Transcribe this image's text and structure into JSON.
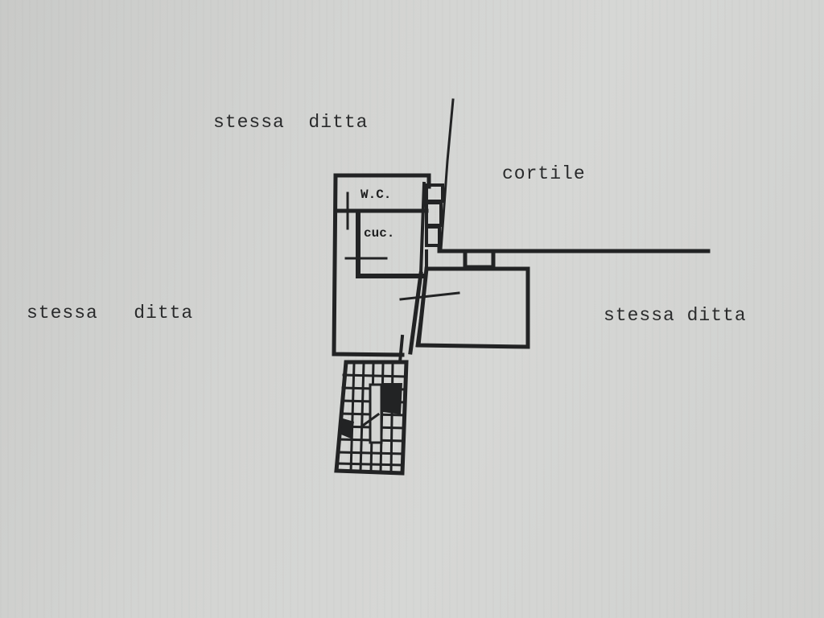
{
  "drawing": {
    "type": "floor-plan",
    "background_color": "#d3d4d2",
    "ink_color": "#222324"
  },
  "labels": {
    "top_neighbor": "stessa  ditta",
    "left_neighbor": "stessa   ditta",
    "right_neighbor": "stessa ditta",
    "courtyard": "cortile"
  },
  "rooms": {
    "wc": "W.C.",
    "kitchen": "cuc."
  }
}
